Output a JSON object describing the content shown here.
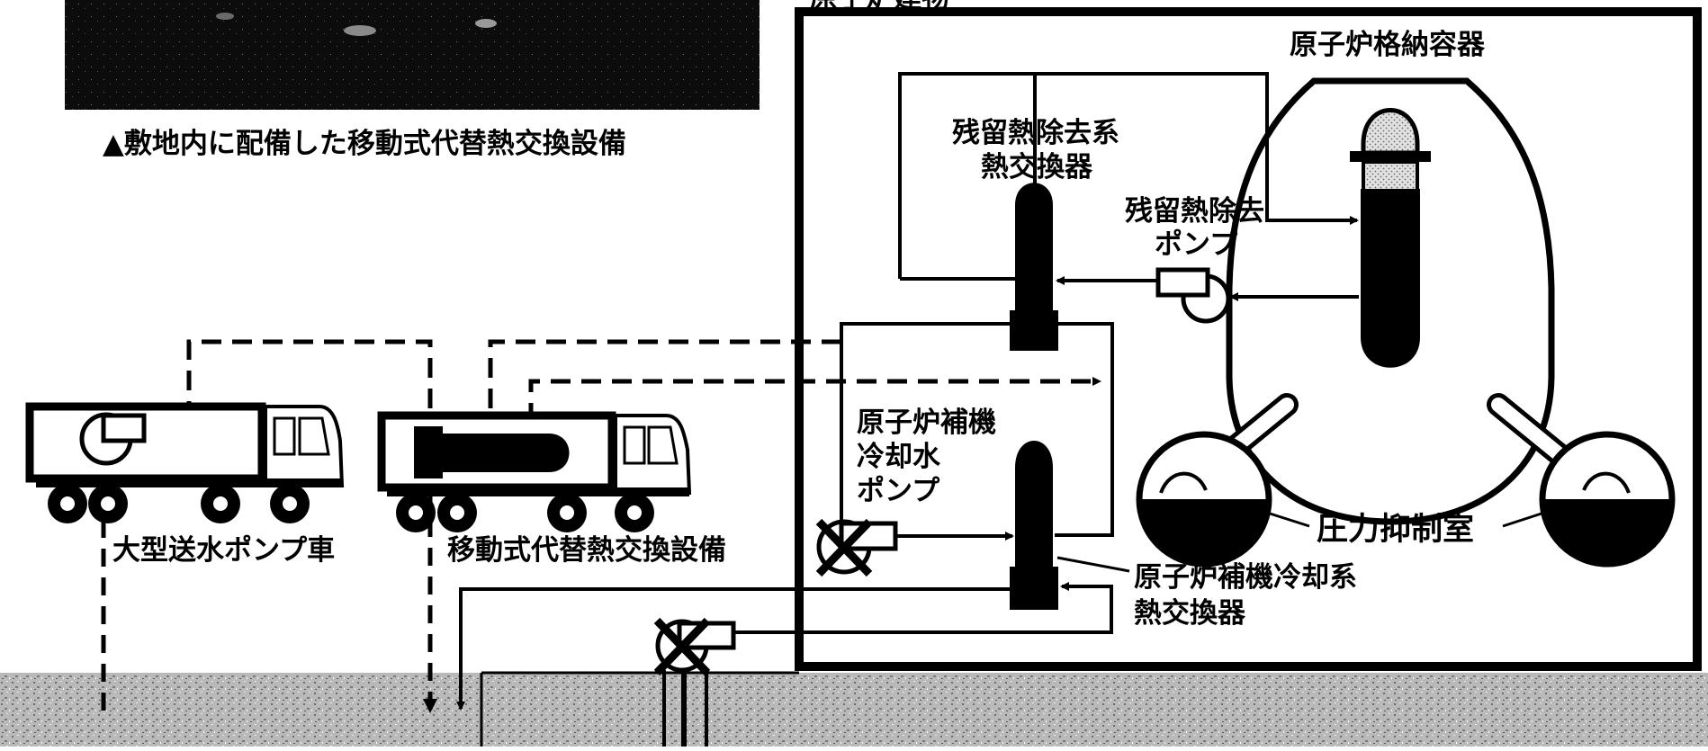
{
  "diagram": {
    "labels": {
      "building_title_partial": "原子炉建物",
      "photo_caption": "▲敷地内に配備した移動式代替熱交換設備",
      "containment_vessel": "原子炉格納容器",
      "rhr_hx_line1": "残留熱除去系",
      "rhr_hx_line2": "熱交換器",
      "rhr_pump_line1": "残留熱除去",
      "rhr_pump_line2": "ポンプ",
      "rccw_pump_line1": "原子炉補機",
      "rccw_pump_line2": "冷却水",
      "rccw_pump_line3": "ポンプ",
      "rccw_hx_line1": "原子炉補機冷却系",
      "rccw_hx_line2": "熱交換器",
      "suppression_chamber": "圧力抑制室",
      "pump_truck": "大型送水ポンプ車",
      "mobile_hx": "移動式代替熱交換設備"
    },
    "icons": {
      "pump": "pump-icon",
      "failed_pump": "failed-pump-icon",
      "truck": "truck-icon"
    },
    "colors": {
      "ink": "#000000",
      "paper": "#ffffff",
      "ground_texture": "#a8a8a8"
    }
  }
}
